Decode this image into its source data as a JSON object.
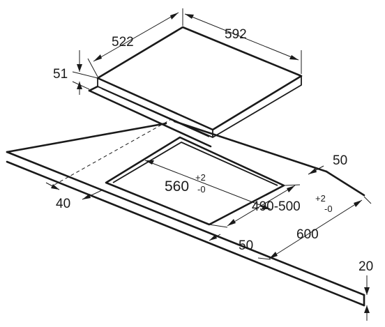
{
  "dimensions": {
    "hob_depth": "522",
    "hob_width": "592",
    "hob_height": "51",
    "cutout_width": "560",
    "cutout_width_tol_plus": "+2",
    "cutout_width_tol_minus": "-0",
    "cutout_depth": "490-500",
    "cutout_depth_tol_plus": "+2",
    "cutout_depth_tol_minus": "-0",
    "rear_clearance": "50",
    "front_clearance": "50",
    "side_clearance": "40",
    "worktop_depth": "600",
    "worktop_thickness": "20"
  }
}
